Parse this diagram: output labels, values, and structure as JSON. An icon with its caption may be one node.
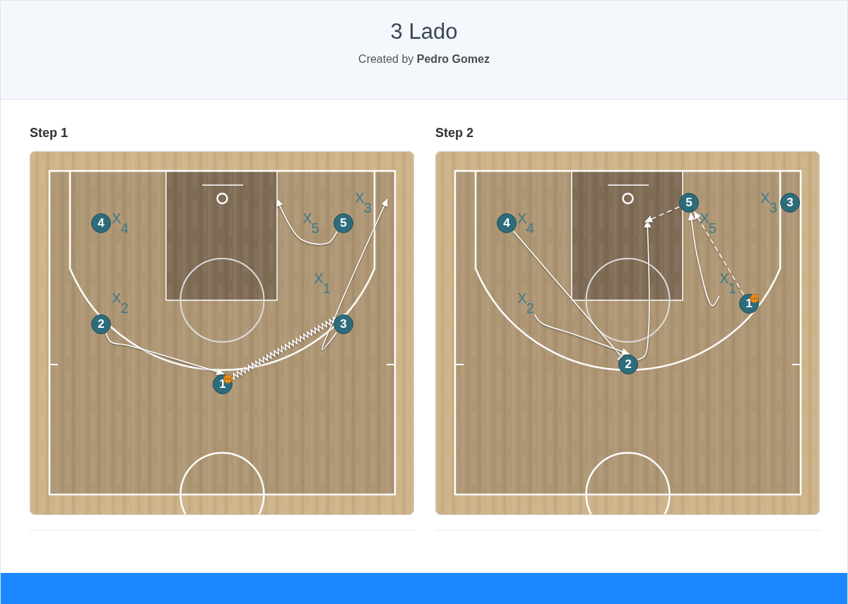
{
  "diagram": {
    "title": "3 Lado",
    "nodes": [
      {
        "text": [
          "Step 1"
        ]
      },
      {
        "text": [
          "4"
        ],
        "in": 0
      },
      {
        "text": [
          "5"
        ],
        "in": 0
      },
      {
        "text": [
          "2"
        ],
        "in": 0
      },
      {
        "text": [
          "3"
        ],
        "in": 0
      },
      {
        "text": [
          "1"
        ],
        "in": 0
      },
      {
        "text": [
          "Step 2"
        ]
      },
      {
        "text": [
          "5"
        ],
        "in": 6
      },
      {
        "text": [
          "3"
        ],
        "in": 6
      },
      {
        "text": [
          "4"
        ],
        "in": 6
      },
      {
        "text": [
          "X$_{1}$"
        ],
        "in": 6
      },
      {
        "text": [
          "X$_{2}$"
        ],
        "in": 6
      },
      {
        "text": [
          "1"
        ],
        "in": 6
      },
      {
        "text": [
          "2"
        ],
        "in": 6
      }
    ],
    "edges": [
      {
        "from": 2,
        "to": null,
        "arrow": "to"
      },
      {
        "from": 4,
        "to": null,
        "arrow": "to"
      },
      {
        "from": 5,
        "to": 4,
        "arrow": "to"
      },
      {
        "from": 3,
        "to": 5,
        "arrow": "to"
      },
      {
        "from": 9,
        "to": 13,
        "arrow": "other"
      },
      {
        "from": 11,
        "to": 13,
        "arrow": "to"
      },
      {
        "from": 13,
        "to": null,
        "arrow": "to"
      },
      {
        "from": 10,
        "to": 7,
        "arrow": "to"
      },
      {
        "from": 12,
        "to": 7,
        "arrow": "to",
        "style": "dashed"
      },
      {
        "from": 7,
        "to": null,
        "arrow": "to",
        "style": "dashed"
      }
    ],
    "labels": [
      "Created by **Pedro Gomez**",
      "X$_{3}$",
      "X$_{4}$",
      "X$_{5}$",
      "X$_{1}$",
      "X$_{2}$",
      "X$_{3}$",
      "X$_{4}$",
      "X$_{5}$"
    ]
  }
}
